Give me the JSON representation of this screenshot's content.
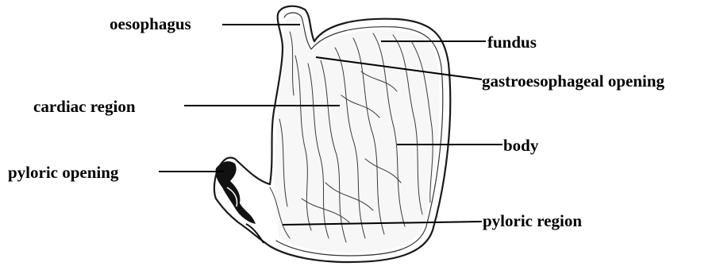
{
  "diagram": {
    "labels": {
      "oesophagus": "oesophagus",
      "fundus": "fundus",
      "gastroesophageal_opening": "gastroesophageal opening",
      "cardiac_region": "cardiac region",
      "body": "body",
      "pyloric_opening": "pyloric opening",
      "pyloric_region": "pyloric region"
    }
  }
}
